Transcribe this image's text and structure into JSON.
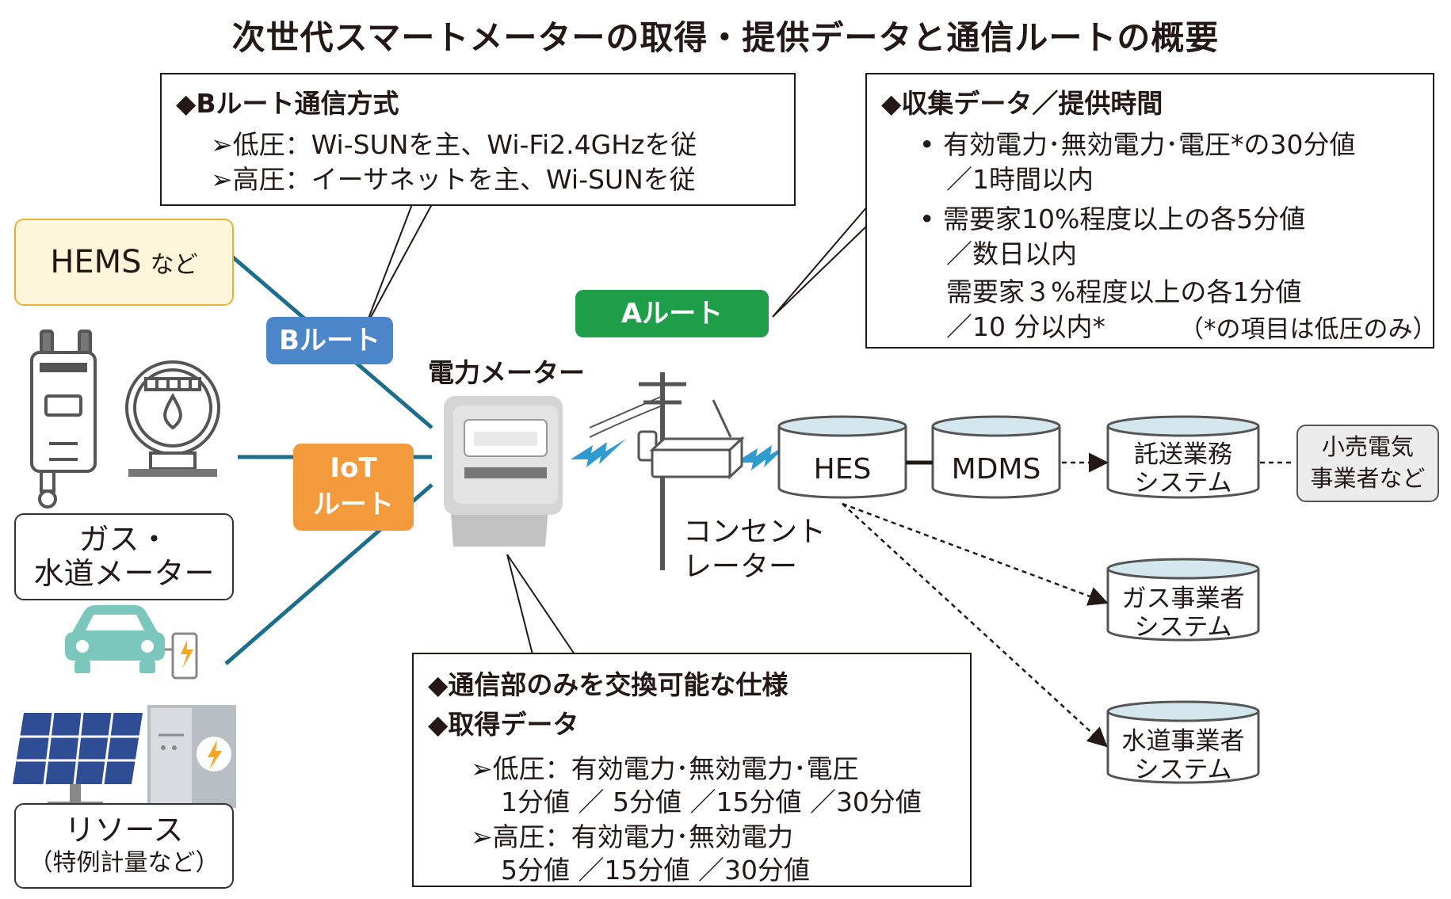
{
  "title": "次世代スマートメーターの取得・提供データと通信ルートの概要",
  "b_route_box": {
    "heading": "◆Bルート通信方式",
    "lines": [
      "➢低圧：Wi-SUNを主、Wi-Fi2.4GHzを従",
      "➢高圧：イーサネットを主、Wi-SUNを従"
    ]
  },
  "collect_box": {
    "heading": "◆収集データ／提供時間",
    "bullet1": "• 有効電力･無効電力･電圧*の30分値",
    "bullet1_sub": "／1時間以内",
    "bullet2": "• 需要家10%程度以上の各5分値",
    "bullet2_sub": "／数日以内",
    "line3": "需要家３%程度以上の各1分値",
    "line4": "／10 分以内*",
    "note": "（*の項目は低圧のみ）"
  },
  "meter_box": {
    "heading1": "◆通信部のみを交換可能な仕様",
    "heading2": "◆取得データ",
    "lines": [
      "➢低圧：有効電力･無効電力･電圧",
      "1分値 ／ 5分値 ／15分値 ／30分値",
      "➢高圧：有効電力･無効電力",
      "5分値 ／15分値 ／30分値"
    ]
  },
  "sources": {
    "hems": {
      "main": "HEMS",
      "suffix": "など"
    },
    "gas_water": {
      "line1": "ガス・",
      "line2": "水道メーター"
    },
    "resource": {
      "line1": "リソース",
      "line2": "（特例計量など）"
    }
  },
  "routes": {
    "b": "Bルート",
    "iot_line1": "IoT",
    "iot_line2": "ルート",
    "a": "Aルート"
  },
  "labels": {
    "meter": "電力メーター",
    "concentrator_line1": "コンセント",
    "concentrator_line2": "レーター"
  },
  "systems": {
    "hes": "HES",
    "mdms": "MDMS",
    "takuso_line1": "託送業務",
    "takuso_line2": "システム",
    "gas_line1": "ガス事業者",
    "gas_line2": "システム",
    "water_line1": "水道事業者",
    "water_line2": "システム",
    "retail_line1": "小売電気",
    "retail_line2": "事業者など"
  },
  "colors": {
    "b_route": "#4a86c8",
    "iot_route": "#f39a3c",
    "a_route": "#1f9e4a",
    "line": "#1b6e8c",
    "hems_fill": "#fdf6da",
    "hems_border": "#e8b23a",
    "cyl_top": "#d4e6ee",
    "lightning": "#2f9bd1"
  }
}
